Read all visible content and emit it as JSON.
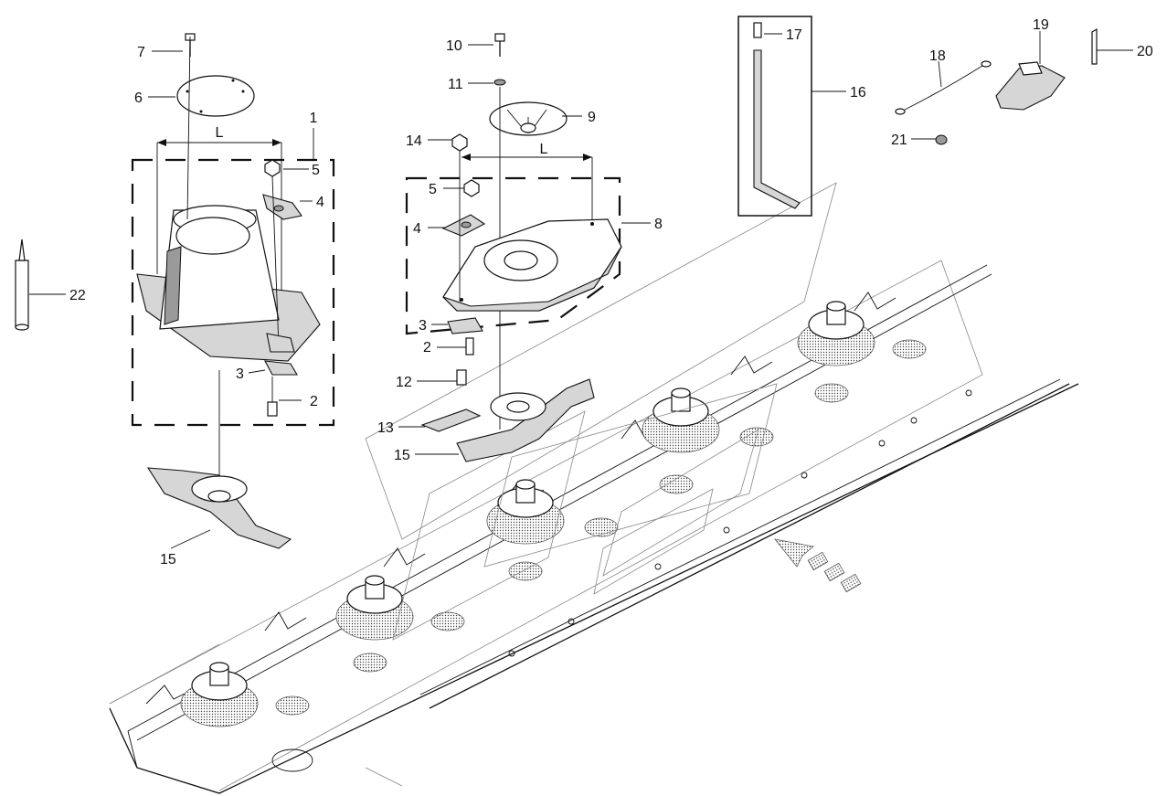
{
  "diagram": {
    "callouts": {
      "c1": "1",
      "c2a": "2",
      "c2b": "2",
      "c3a": "3",
      "c3b": "3",
      "c4a": "4",
      "c4b": "4",
      "c5a": "5",
      "c5b": "5",
      "c6": "6",
      "c7": "7",
      "c8": "8",
      "c9": "9",
      "c10": "10",
      "c11": "11",
      "c12": "12",
      "c13": "13",
      "c14": "14",
      "c15a": "15",
      "c15b": "15",
      "c16": "16",
      "c17": "17",
      "c18": "18",
      "c19": "19",
      "c20": "20",
      "c21": "21",
      "c22": "22"
    },
    "dimension_labels": {
      "left": "L",
      "right": "L"
    },
    "colors": {
      "line": "#111111",
      "shade": "#d6d6d6",
      "dark": "#9a9a9a"
    }
  }
}
